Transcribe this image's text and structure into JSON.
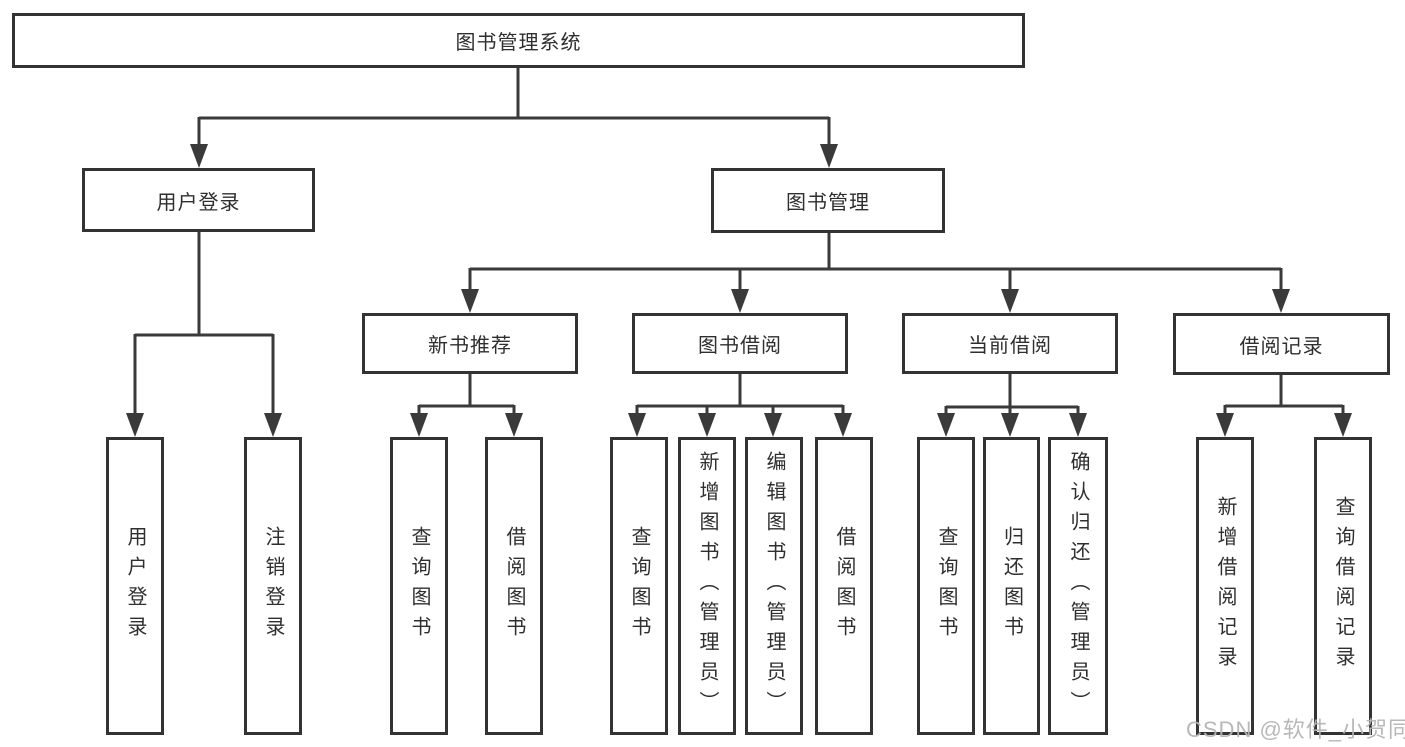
{
  "tree": {
    "label": "图书管理系统",
    "children": [
      {
        "label": "用户登录",
        "children": [
          {
            "label": "用户登录"
          },
          {
            "label": "注销登录"
          }
        ]
      },
      {
        "label": "图书管理",
        "children": [
          {
            "label": "新书推荐",
            "children": [
              {
                "label": "查询图书"
              },
              {
                "label": "借阅图书"
              }
            ]
          },
          {
            "label": "图书借阅",
            "children": [
              {
                "label": "查询图书"
              },
              {
                "label": "新增图书（管理员）"
              },
              {
                "label": "编辑图书（管理员）"
              },
              {
                "label": "借阅图书"
              }
            ]
          },
          {
            "label": "当前借阅",
            "children": [
              {
                "label": "查询图书"
              },
              {
                "label": "归还图书"
              },
              {
                "label": "确认归还（管理员）"
              }
            ]
          },
          {
            "label": "借阅记录",
            "children": [
              {
                "label": "新增借阅记录"
              },
              {
                "label": "查询借阅记录"
              }
            ]
          }
        ]
      }
    ]
  },
  "watermark": {
    "text": "CSDN @软件_小贺同学"
  },
  "colors": {
    "line": "#3a3a3a",
    "border": "#333333",
    "text": "#2f2f2f",
    "watermark": "#b5b5b5",
    "background": "#ffffff"
  }
}
